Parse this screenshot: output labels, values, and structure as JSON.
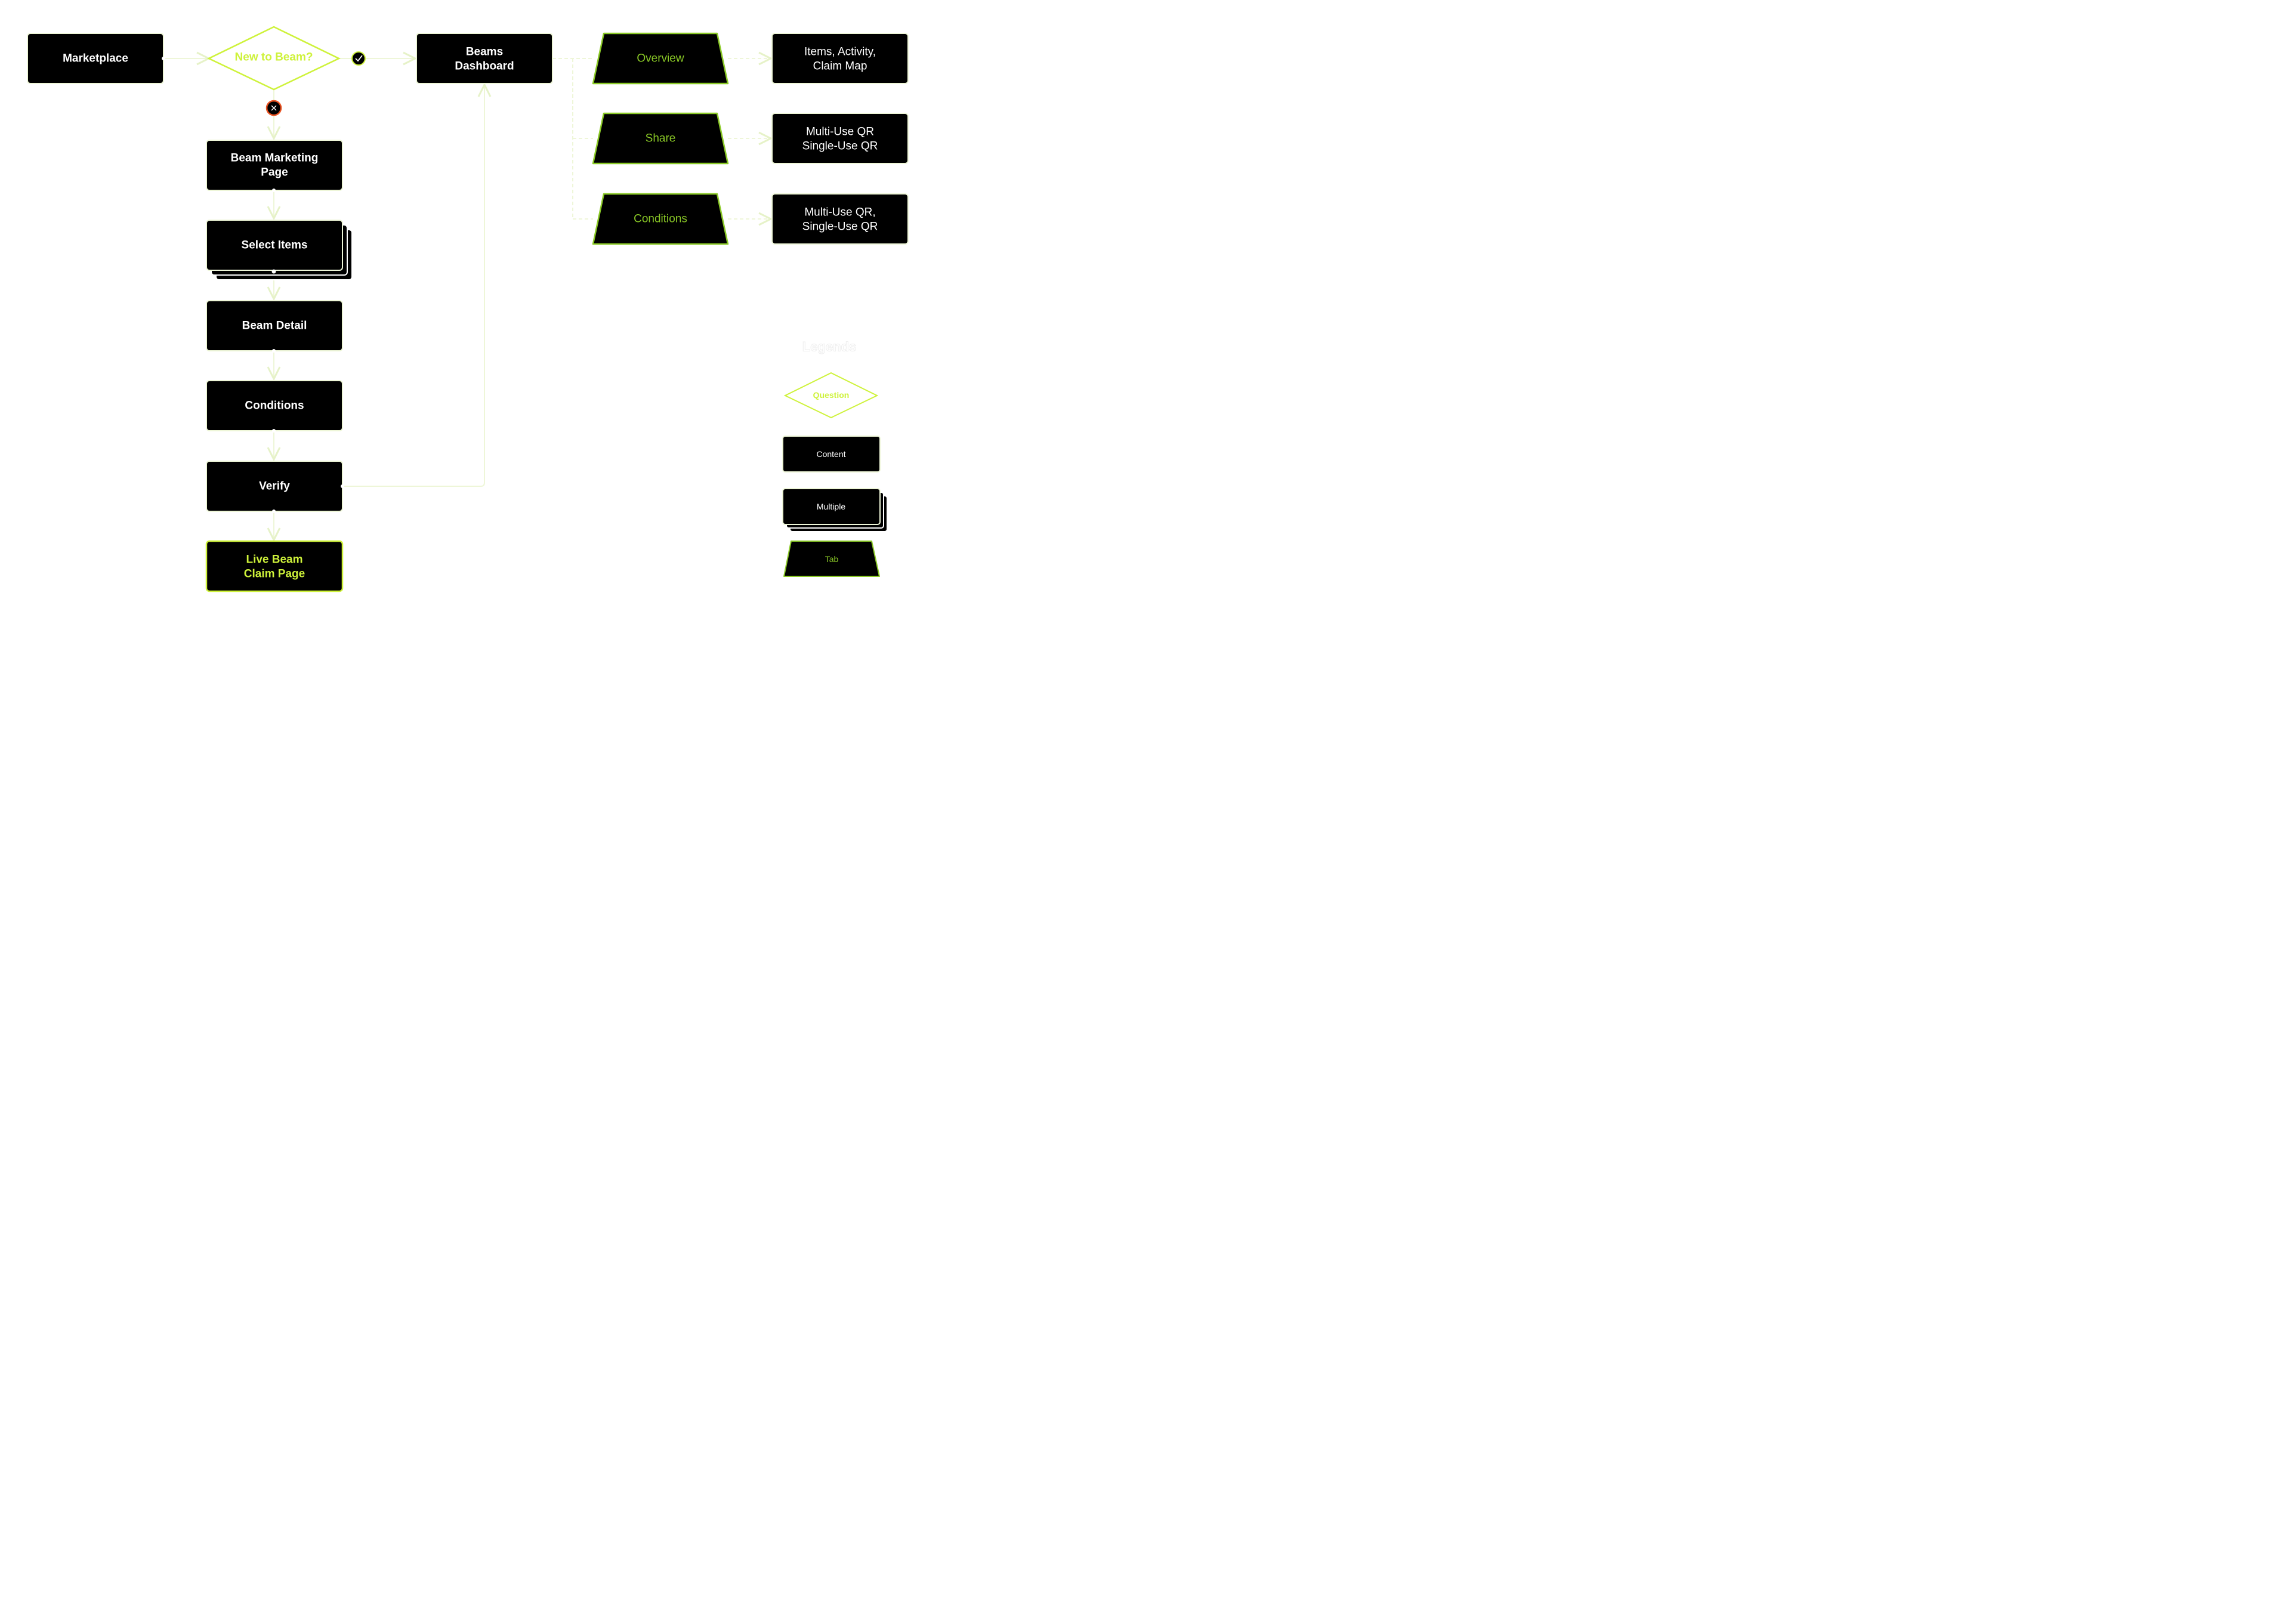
{
  "flow": {
    "marketplace": "Marketplace",
    "question": "New to Beam?",
    "beams_dashboard": [
      "Beams",
      "Dashboard"
    ],
    "beam_marketing_page": [
      "Beam Marketing",
      "Page"
    ],
    "select_items": "Select Items",
    "beam_detail": "Beam Detail",
    "conditions": "Conditions",
    "verify": "Verify",
    "live_beam_claim_page": [
      "Live Beam",
      "Claim Page"
    ],
    "yes_icon": "check-icon",
    "no_icon": "x-icon"
  },
  "tabs": {
    "overview": "Overview",
    "share": "Share",
    "conditions": "Conditions"
  },
  "tab_content": {
    "overview": [
      "Items, Activity,",
      "Claim Map"
    ],
    "share": [
      "Multi-Use QR",
      "Single-Use QR"
    ],
    "conditions": [
      "Multi-Use QR,",
      "Single-Use QR"
    ]
  },
  "legend": {
    "title": "Legends",
    "question": "Question",
    "content": "Content",
    "multiple": "Multiple",
    "tab": "Tab"
  },
  "colors": {
    "node_fill": "#000000",
    "accent_lime": "#cef23a",
    "tab_green": "#8ac926",
    "connector": "#eef6d8",
    "no_badge": "#e8501f"
  }
}
